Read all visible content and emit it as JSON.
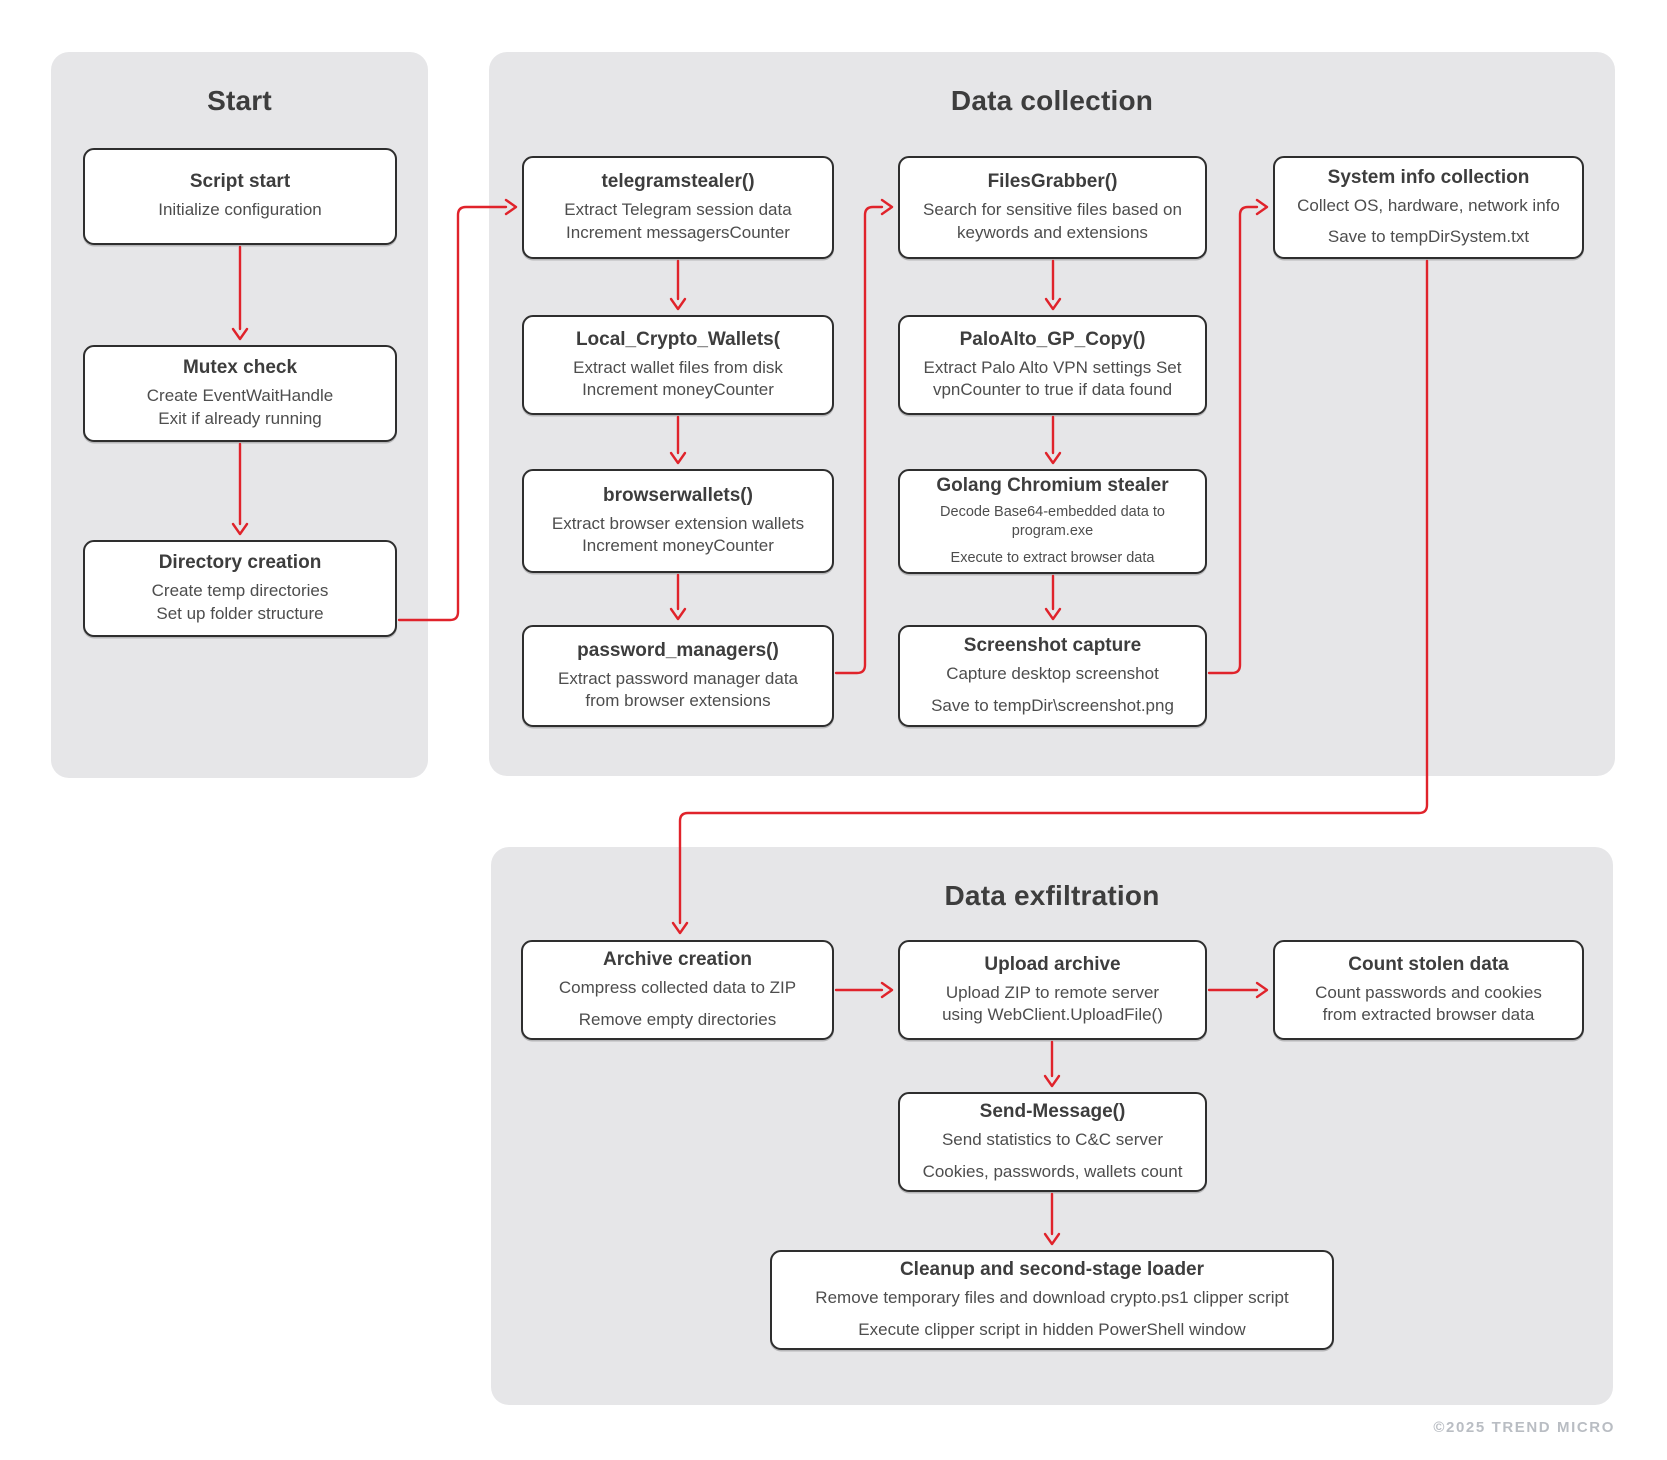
{
  "diagram": {
    "panels": {
      "start": {
        "title": "Start"
      },
      "data_collection": {
        "title": "Data collection"
      },
      "data_exfiltration": {
        "title": "Data exfiltration"
      }
    },
    "nodes": {
      "script_start": {
        "title": "Script start",
        "lines": [
          "Initialize configuration"
        ]
      },
      "mutex_check": {
        "title": "Mutex check",
        "lines": [
          "Create EventWaitHandle",
          "Exit if already running"
        ]
      },
      "directory_creation": {
        "title": "Directory creation",
        "lines": [
          "Create temp directories",
          "Set up folder structure"
        ]
      },
      "telegramstealer": {
        "title": "telegramstealer()",
        "lines": [
          "Extract Telegram session data",
          "Increment messagersCounter"
        ]
      },
      "local_crypto_wallets": {
        "title": "Local_Crypto_Wallets(",
        "lines": [
          "Extract wallet files from disk",
          "Increment moneyCounter"
        ]
      },
      "browserwallets": {
        "title": "browserwallets()",
        "lines": [
          "Extract browser extension wallets",
          "Increment moneyCounter"
        ]
      },
      "password_managers": {
        "title": "password_managers()",
        "lines": [
          "Extract password manager data",
          "from browser extensions"
        ]
      },
      "filesgrabber": {
        "title": "FilesGrabber()",
        "lines": [
          "Search for sensitive files based on",
          "keywords and extensions"
        ]
      },
      "paloalto_gp_copy": {
        "title": "PaloAlto_GP_Copy()",
        "lines": [
          "Extract Palo Alto VPN settings Set",
          "vpnCounter to true if data found"
        ]
      },
      "golang_chromium_stealer": {
        "title": "Golang Chromium stealer",
        "lines": [
          "Decode Base64-embedded data to program.exe",
          "Execute to extract browser data"
        ]
      },
      "screenshot_capture": {
        "title": "Screenshot capture",
        "lines": [
          "Capture desktop screenshot",
          "Save to tempDir\\screenshot.png"
        ]
      },
      "system_info_collection": {
        "title": "System info collection",
        "lines": [
          "Collect OS, hardware, network info",
          "Save to tempDirSystem.txt"
        ]
      },
      "archive_creation": {
        "title": "Archive creation",
        "lines": [
          "Compress collected data to ZIP",
          "Remove empty directories"
        ]
      },
      "upload_archive": {
        "title": "Upload archive",
        "lines": [
          "Upload ZIP to remote server",
          "using WebClient.UploadFile()"
        ]
      },
      "count_stolen_data": {
        "title": "Count stolen data",
        "lines": [
          "Count passwords and cookies",
          "from extracted browser data"
        ]
      },
      "send_message": {
        "title": "Send-Message()",
        "lines": [
          "Send statistics to C&C server",
          "Cookies, passwords, wallets count"
        ]
      },
      "cleanup_loader": {
        "title": "Cleanup and second-stage loader",
        "lines": [
          "Remove temporary files and download crypto.ps1 clipper script",
          "Execute clipper script in hidden PowerShell window"
        ]
      }
    },
    "footer": {
      "copyright": "©2025 TREND MICRO"
    },
    "colors": {
      "arrow_red": "#e0232b",
      "panel_gray": "#e6e6e8",
      "box_border": "#2e2e2e",
      "title_text": "#3d3d3d",
      "body_text": "#4d4d4d",
      "copyright_gray": "#b9bdc3"
    }
  }
}
